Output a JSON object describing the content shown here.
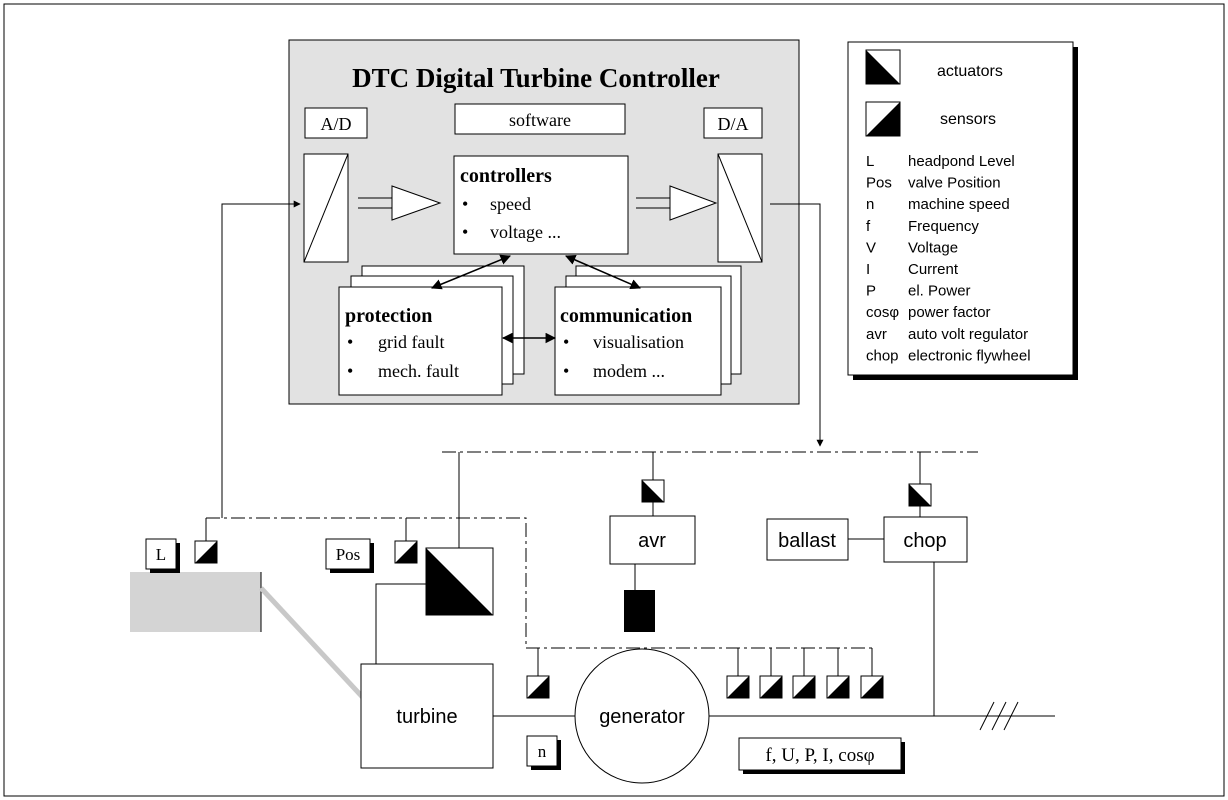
{
  "controller": {
    "title": "DTC Digital Turbine Controller",
    "ad_label": "A/D",
    "software_label": "software",
    "da_label": "D/A",
    "colors": {
      "panel": "#e2e2e2",
      "shadow": "#000000",
      "tank": "#d4d4d4",
      "link": "#c8c8c8"
    }
  },
  "controllers_box": {
    "title": "controllers",
    "items": [
      "speed",
      "voltage ..."
    ]
  },
  "protection_box": {
    "title": "protection",
    "items": [
      "grid fault",
      "mech. fault"
    ]
  },
  "communication_box": {
    "title": "communication",
    "items": [
      "visualisation",
      "modem ..."
    ]
  },
  "legend": {
    "actuators_label": "actuators",
    "sensors_label": "sensors",
    "entries": [
      {
        "abbr": "L",
        "desc": "headpond Level"
      },
      {
        "abbr": "Pos",
        "desc": "valve Position"
      },
      {
        "abbr": "n",
        "desc": "machine speed"
      },
      {
        "abbr": "f",
        "desc": "Frequency"
      },
      {
        "abbr": "V",
        "desc": "Voltage"
      },
      {
        "abbr": "I",
        "desc": "Current"
      },
      {
        "abbr": "P",
        "desc": "el. Power"
      },
      {
        "abbr": "cosφ",
        "desc": "power factor"
      },
      {
        "abbr": "avr",
        "desc": "auto volt regulator"
      },
      {
        "abbr": "chop",
        "desc": "electronic flywheel"
      }
    ]
  },
  "plant": {
    "level_tag": "L",
    "pos_tag": "Pos",
    "speed_tag": "n",
    "measures_tag": "f, U, P, I, cosφ",
    "avr_label": "avr",
    "ballast_label": "ballast",
    "chop_label": "chop",
    "turbine_label": "turbine",
    "generator_label": "generator"
  }
}
